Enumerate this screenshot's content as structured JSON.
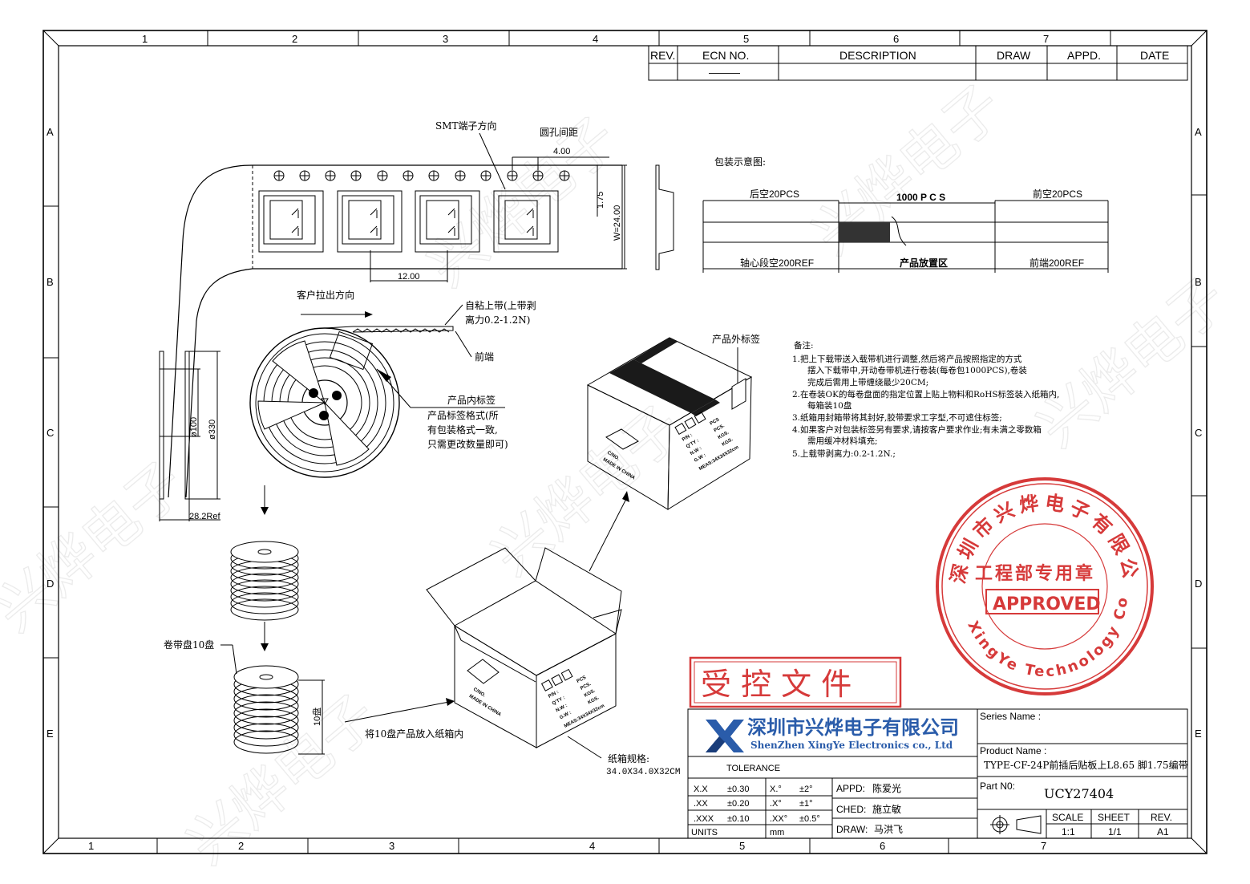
{
  "frame": {
    "col_labels_top": [
      "1",
      "2",
      "3",
      "4",
      "5",
      "6",
      "7"
    ],
    "col_labels_bottom": [
      "1",
      "2",
      "3",
      "4",
      "5",
      "6",
      "7"
    ],
    "row_labels": [
      "A",
      "B",
      "C",
      "D",
      "E"
    ]
  },
  "revision_table": {
    "headers": [
      "REV.",
      "ECN  NO.",
      "DESCRIPTION",
      "DRAW",
      "APPD.",
      "DATE"
    ],
    "row": [
      "",
      "———",
      "",
      "",
      "",
      ""
    ]
  },
  "tape": {
    "smt_direction": "SMT端子方向",
    "hole_spacing": "圆孔间距",
    "pitch_400": "4.00",
    "pitch_1200": "12.00",
    "dim_175": "1.75",
    "width_label": "W=24.00"
  },
  "packing_diagram": {
    "title": "包装示意图:",
    "rear": "后空20PCS",
    "middle": "1000 P C S",
    "front": "前空20PCS",
    "core": "轴心段空200REF",
    "product_area": "产品放置区",
    "leader": "前端200REF"
  },
  "reel": {
    "pull_direction": "客户拉出方向",
    "cover_tape": [
      "自粘上带(上带剥",
      "离力0.2-1.2N)"
    ],
    "front_end": "前端",
    "inner_label": "产品内标签",
    "label_format": [
      "产品标签格式(所",
      "有包装格式一致,",
      "只需更改数量即可)"
    ],
    "dia_100": "ø100",
    "dia_330": "ø330",
    "width_ref": "28.2Ref",
    "reel_count": "卷带盘10盘",
    "stack_height": "10盘"
  },
  "boxes": {
    "outer_label": "产品外标签",
    "label_fields": [
      "P/N :",
      "Q'TY :",
      "N.W :",
      "G.W :"
    ],
    "label_values": [
      "PCS",
      "PCS.",
      "KGS.",
      "KGS."
    ],
    "meas": "MEAS:34X34X32cm",
    "side_mark": [
      "C/NO.",
      "MADE IN CHINA"
    ],
    "put_into_box": "将10盘产品放入纸箱内",
    "carton_spec_label": "纸箱规格:",
    "carton_spec_value": "34.0X34.0X32CM"
  },
  "notes": {
    "title": "备注:",
    "lines": [
      "1.把上下载带送入载带机进行调整,然后将产品按照指定的方式",
      "摆入下载带中,开动卷带机进行卷装(每卷包1000PCS),卷装",
      "完成后需用上带缠绕最少20CM;",
      "2.在卷装OK的每卷盘面的指定位置上贴上物料和RoHS标签装入纸箱内,",
      "每箱装10盘",
      "3.纸箱用封箱带将其封好,胶带要求工字型,不可遮住标签;",
      "4.如果客户对包装标签另有要求,请按客户要求作业;有未满之零数箱",
      "需用缓冲材料填充;",
      "5.上载带剥离力:0.2-1.2N.;"
    ]
  },
  "stamp": {
    "ring_text": "深圳市兴烨电子有限公司",
    "ring_text_en": "XingYe Technology Co.,Ltd",
    "center_text": "工程部专用章",
    "approved": "APPROVED",
    "color": "#d63a3a"
  },
  "controlled_doc": "受 控 文 件",
  "title_block": {
    "company_cn": "深圳市兴烨电子有限公司",
    "company_en": "ShenZhen XingYe Electronics co., Ltd",
    "series_label": "Series Name :",
    "series_value": "",
    "product_label": "Product Name :",
    "product_value": "TYPE-CF-24P前插后贴板上L8.65 脚1.75编带",
    "partno_label": "Part N0:",
    "partno_value": "UCY27404",
    "tolerance": "TOLERANCE",
    "tol_rows": [
      [
        "X.X",
        "±0.30",
        "X.°",
        "±2°"
      ],
      [
        ".XX",
        "±0.20",
        ".X°",
        "±1°"
      ],
      [
        ".XXX",
        "±0.10",
        ".XX°",
        "±0.5°"
      ]
    ],
    "units_label": "UNITS",
    "units_value": "mm",
    "appd_label": "APPD:",
    "appd_value": "陈爱光",
    "ched_label": "CHED:",
    "ched_value": "施立敏",
    "draw_label": "DRAW:",
    "draw_value": "马洪飞",
    "scale_label": "SCALE",
    "scale_value": "1:1",
    "sheet_label": "SHEET",
    "sheet_value": "1/1",
    "rev_label": "REV.",
    "rev_value": "A1",
    "logo_color": "#2a5caa"
  },
  "watermark": "兴烨电子"
}
